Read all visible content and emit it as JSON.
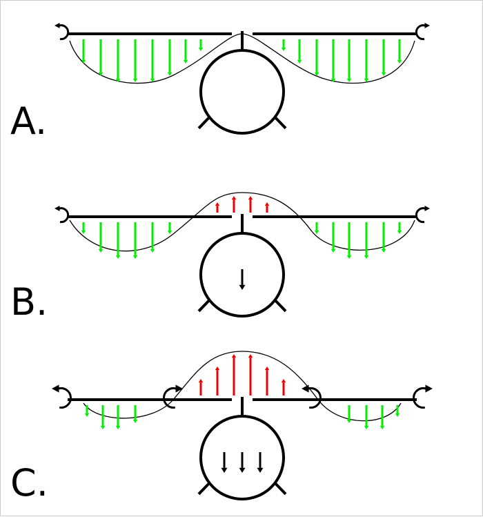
{
  "panels": [
    {
      "label": "A.",
      "up_arrows": [],
      "wing_arrows": [
        3,
        5,
        6,
        6,
        6,
        5,
        3,
        1
      ],
      "body_arrows": 0,
      "lift_sign": "down"
    },
    {
      "label": "B.",
      "up_arrows": [
        1,
        2,
        2,
        1
      ],
      "wing_arrows": [
        1,
        4,
        5,
        5,
        4,
        1
      ],
      "body_arrows": 1,
      "lift_sign": "mixed"
    },
    {
      "label": "C.",
      "up_arrows": [
        2,
        4,
        6,
        6,
        4,
        2
      ],
      "wing_arrows": [
        1,
        3,
        3,
        2
      ],
      "body_arrows": 3,
      "lift_sign": "up"
    }
  ],
  "colors": {
    "downwash": "#00ee00",
    "upwash": "#ee0000",
    "structure": "#000000",
    "curve": "#000000"
  },
  "icons": [
    "wingtip-vortex-icon",
    "down-arrow-icon",
    "up-arrow-icon"
  ]
}
